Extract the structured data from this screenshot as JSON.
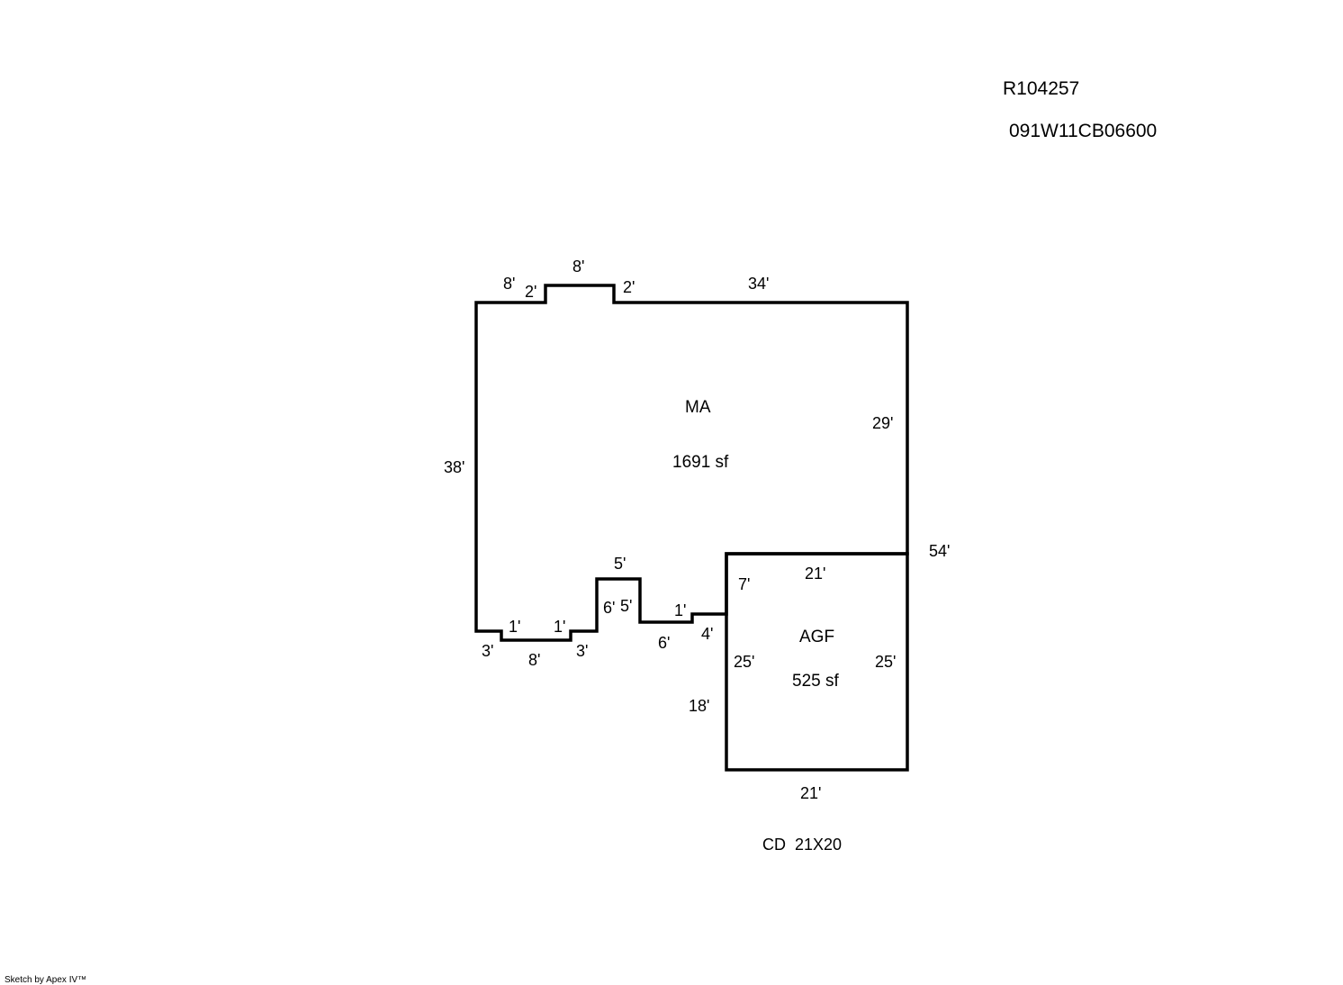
{
  "header": {
    "record_id": "R104257",
    "parcel_number": "091W11CB06600"
  },
  "areas": {
    "main": {
      "code": "MA",
      "area": "1691 sf"
    },
    "garage": {
      "code": "AGF",
      "area": "525 sf"
    }
  },
  "dimensions": {
    "main_top_left": "8'",
    "main_bump_left": "2'",
    "main_bump_top": "8'",
    "main_bump_right": "2'",
    "main_top_right": "34'",
    "main_right_upper": "29'",
    "main_right_total": "54'",
    "main_left": "38'",
    "bottom_step_1": "3'",
    "bottom_step_2": "1'",
    "bottom_recess": "8'",
    "bottom_step_3": "1'",
    "bottom_step_4": "3'",
    "bump_left_side": "6'",
    "bump_top": "5'",
    "bump_right_side": "5'",
    "bottom_segment": "6'",
    "small_step_top": "1'",
    "small_step_side": "4'",
    "garage_left_upper": "7'",
    "garage_top": "21'",
    "garage_left": "25'",
    "garage_right": "25'",
    "garage_left_lower": "18'",
    "garage_bottom": "21'"
  },
  "notes": {
    "deck": "CD  21X20",
    "credit": "Sketch by Apex IV™"
  },
  "colors": {
    "line": "#000000",
    "background": "#ffffff"
  }
}
